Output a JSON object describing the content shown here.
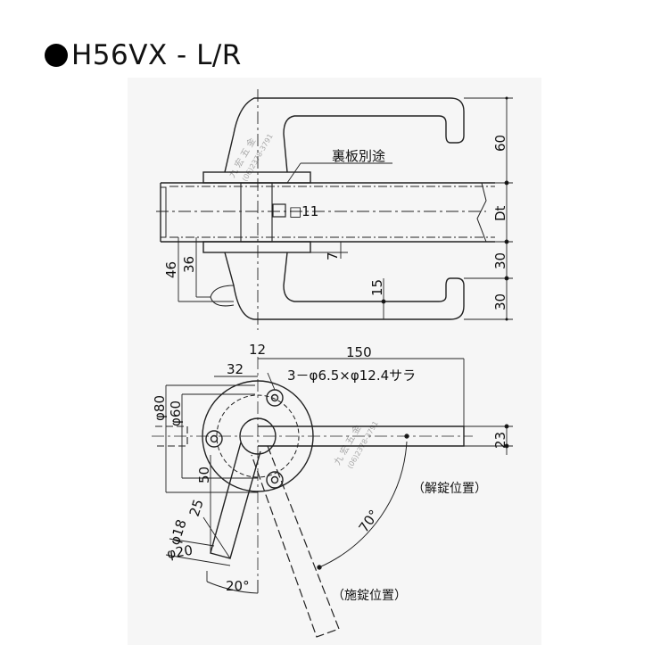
{
  "title": "H56VX - L/R",
  "top_view": {
    "label_backplate": "裏板別途",
    "label_square": "□11",
    "dim_60": "60",
    "dim_dt": "Dt",
    "dim_30a": "30",
    "dim_30b": "30",
    "dim_7": "7",
    "dim_15": "15",
    "dim_46": "46",
    "dim_36": "36"
  },
  "front_view": {
    "dim_12": "12",
    "dim_150": "150",
    "dim_32": "32",
    "screw_spec": "3－φ6.5×φ12.4サラ",
    "dim_phi80": "φ80",
    "dim_phi60": "φ60",
    "dim_23": "23",
    "dim_50": "50",
    "dim_25": "25",
    "dim_phi18": "φ18",
    "dim_phi20": "φ20",
    "angle_20": "20°",
    "angle_70": "70°",
    "label_unlock": "（解錠位置）",
    "label_lock": "（施錠位置）"
  },
  "watermark": {
    "line1": "九 宏 五 金",
    "line2": "(06)2378-3791"
  }
}
